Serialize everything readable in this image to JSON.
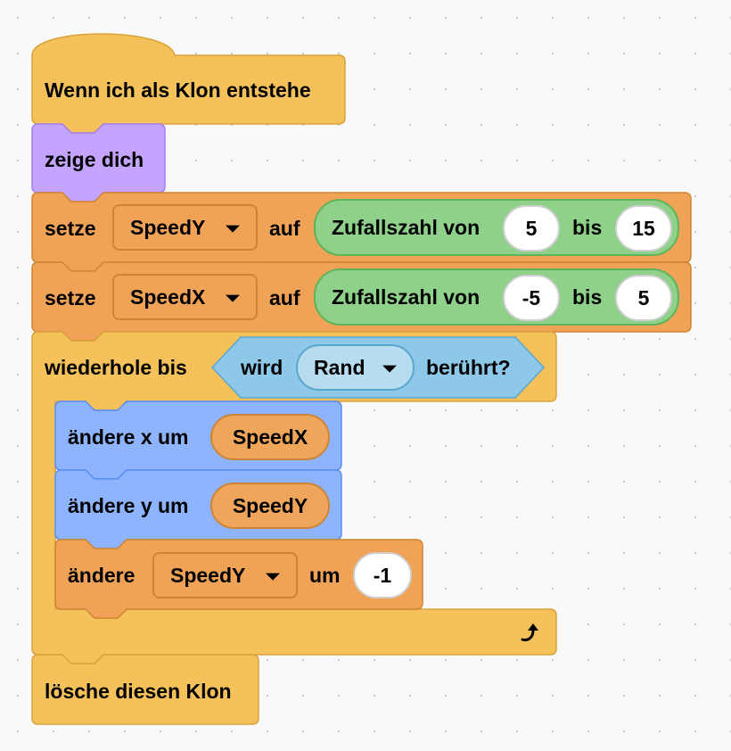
{
  "colors": {
    "events": "#f5c15a",
    "looks": "#c4a4ff",
    "variables": "#f0a357",
    "operators": "#8fd18a",
    "control": "#f5c15a",
    "motion": "#8fb4ff",
    "sensing": "#8ec8e8"
  },
  "hat": {
    "label": "Wenn ich als Klon entstehe"
  },
  "show_block": {
    "label": "zeige dich"
  },
  "set_y": {
    "label_set": "setze",
    "variable": "SpeedY",
    "label_to": "auf",
    "reporter": {
      "label": "Zufallszahl von",
      "from": "5",
      "label_to": "bis",
      "to": "15"
    }
  },
  "set_x": {
    "label_set": "setze",
    "variable": "SpeedX",
    "label_to": "auf",
    "reporter": {
      "label": "Zufallszahl von",
      "from": "-5",
      "label_to": "bis",
      "to": "5"
    }
  },
  "repeat_until": {
    "label": "wiederhole bis",
    "condition": {
      "label_pre": "wird",
      "option": "Rand",
      "label_post": "berührt?"
    },
    "loop_icon": "loop-arrow-icon"
  },
  "change_x": {
    "label": "ändere x um",
    "value": "SpeedX"
  },
  "change_y": {
    "label": "ändere y um",
    "value": "SpeedY"
  },
  "change_var": {
    "label": "ändere",
    "variable": "SpeedY",
    "label_by": "um",
    "value": "-1"
  },
  "delete_clone": {
    "label": "lösche diesen Klon"
  }
}
